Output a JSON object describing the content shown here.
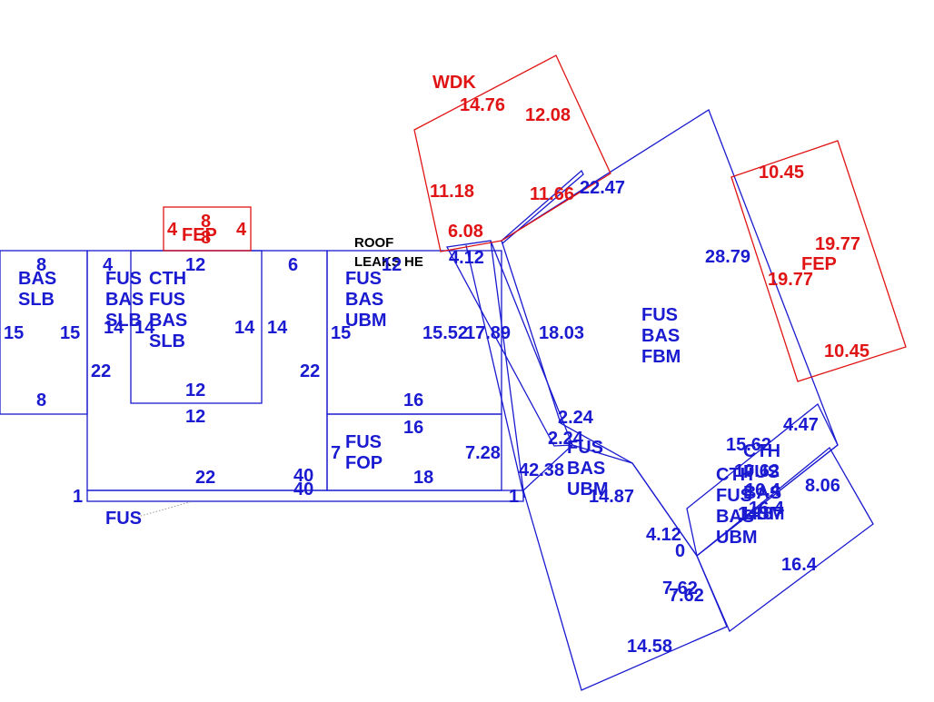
{
  "colors": {
    "building": "#1a1ad0",
    "porch_deck": "#e01414",
    "note": "#000000"
  },
  "area_labels": [
    [
      "BAS",
      "SLB"
    ],
    [
      "FUS",
      "BAS",
      "SLB"
    ],
    [
      "CTH",
      "FUS",
      "BAS",
      "SLB"
    ],
    [
      "FUS",
      "BAS",
      "UBM"
    ],
    [
      "FUS",
      "FOP"
    ],
    [
      "FUS"
    ],
    [
      "FUS",
      "BAS",
      "FBM"
    ],
    [
      "FUS",
      "BAS",
      "UBM"
    ],
    [
      "CTH",
      "FUS",
      "BAS",
      "UBM"
    ],
    [
      "CTH",
      "FUS",
      "BAS",
      "UBM"
    ],
    [
      "WDK"
    ],
    [
      "FEP"
    ],
    [
      "FEP"
    ]
  ],
  "note_lines": [
    "ROOF",
    "LEAKS HE"
  ],
  "dimensions_blue": [
    "8",
    "8",
    "15",
    "15",
    "4",
    "12",
    "14",
    "14",
    "14",
    "14",
    "22",
    "22",
    "12",
    "12",
    "6",
    "12",
    "15",
    "15.52",
    "16",
    "16",
    "7",
    "7.28",
    "18",
    "22",
    "40",
    "40",
    "1",
    "1",
    "4.12",
    "17.89",
    "18.03",
    "22.47",
    "28.79",
    "2.24",
    "2.24",
    "42.38",
    "14.87",
    "4.12",
    "0",
    "7.62",
    "7.62",
    "14.58",
    "15.62",
    "4.47",
    "8.06",
    "16.4",
    "16.4",
    "16.4",
    "10.62",
    "14.87"
  ],
  "dimensions_red": [
    "4",
    "4",
    "8",
    "8",
    "14.76",
    "12.08",
    "11.18",
    "11.66",
    "6.08",
    "10.45",
    "10.45",
    "19.77",
    "19.77"
  ]
}
